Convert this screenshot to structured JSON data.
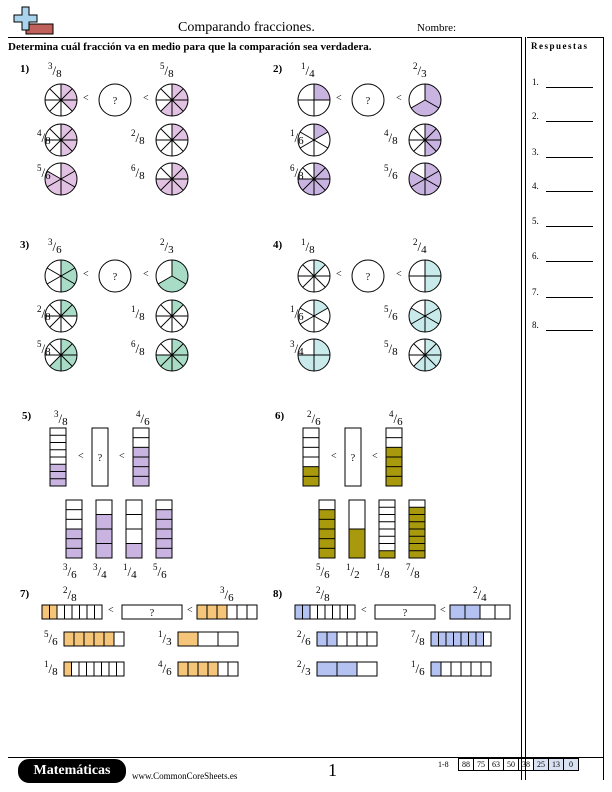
{
  "header": {
    "title": "Comparando fracciones.",
    "name_label": "Nombre:",
    "instructions": "Determina cuál fracción va en medio para que la comparación sea verdadera."
  },
  "answers": {
    "title": "Respuestas",
    "numbers": [
      "1.",
      "2.",
      "3.",
      "4.",
      "5.",
      "6.",
      "7.",
      "8."
    ]
  },
  "symbols": {
    "less_than": "<",
    "unknown": "?"
  },
  "colors": {
    "pink": "#e2c2e2",
    "lavender": "#c9b3e0",
    "green": "#a8dcc6",
    "cyan": "#c9eaea",
    "olive": "#a89a0c",
    "orange": "#f5c57a",
    "blue": "#b4c2f2",
    "logo_blue": "#a9d4ec",
    "logo_red": "#c0605a"
  },
  "problems": [
    {
      "num": "1)",
      "type": "circle",
      "color": "pink",
      "left": {
        "n": 3,
        "d": 8
      },
      "right": {
        "n": 5,
        "d": 8
      },
      "options": [
        {
          "n": 4,
          "d": 8
        },
        {
          "n": 2,
          "d": 8
        },
        {
          "n": 5,
          "d": 6
        },
        {
          "n": 6,
          "d": 8
        }
      ]
    },
    {
      "num": "2)",
      "type": "circle",
      "color": "lavender",
      "left": {
        "n": 1,
        "d": 4
      },
      "right": {
        "n": 2,
        "d": 3
      },
      "options": [
        {
          "n": 1,
          "d": 6
        },
        {
          "n": 4,
          "d": 8
        },
        {
          "n": 6,
          "d": 8
        },
        {
          "n": 5,
          "d": 6
        }
      ]
    },
    {
      "num": "3)",
      "type": "circle",
      "color": "green",
      "left": {
        "n": 3,
        "d": 6
      },
      "right": {
        "n": 2,
        "d": 3
      },
      "options": [
        {
          "n": 2,
          "d": 8
        },
        {
          "n": 1,
          "d": 8
        },
        {
          "n": 5,
          "d": 8
        },
        {
          "n": 6,
          "d": 8
        }
      ]
    },
    {
      "num": "4)",
      "type": "circle",
      "color": "cyan",
      "left": {
        "n": 1,
        "d": 8
      },
      "right": {
        "n": 2,
        "d": 4
      },
      "options": [
        {
          "n": 1,
          "d": 6
        },
        {
          "n": 5,
          "d": 6
        },
        {
          "n": 3,
          "d": 4
        },
        {
          "n": 5,
          "d": 8
        }
      ]
    },
    {
      "num": "5)",
      "type": "vbar",
      "color": "lavender",
      "left": {
        "n": 3,
        "d": 8
      },
      "right": {
        "n": 4,
        "d": 6
      },
      "options": [
        {
          "n": 3,
          "d": 6
        },
        {
          "n": 3,
          "d": 4
        },
        {
          "n": 1,
          "d": 4
        },
        {
          "n": 5,
          "d": 6
        }
      ]
    },
    {
      "num": "6)",
      "type": "vbar",
      "color": "olive",
      "left": {
        "n": 2,
        "d": 6
      },
      "right": {
        "n": 4,
        "d": 6
      },
      "options": [
        {
          "n": 5,
          "d": 6
        },
        {
          "n": 1,
          "d": 2
        },
        {
          "n": 1,
          "d": 8
        },
        {
          "n": 7,
          "d": 8
        }
      ]
    },
    {
      "num": "7)",
      "type": "hbar",
      "color": "orange",
      "left": {
        "n": 2,
        "d": 8
      },
      "right": {
        "n": 3,
        "d": 6
      },
      "options": [
        {
          "n": 5,
          "d": 6
        },
        {
          "n": 1,
          "d": 3
        },
        {
          "n": 1,
          "d": 8
        },
        {
          "n": 4,
          "d": 6
        }
      ]
    },
    {
      "num": "8)",
      "type": "hbar",
      "color": "blue",
      "left": {
        "n": 2,
        "d": 8
      },
      "right": {
        "n": 2,
        "d": 4
      },
      "options": [
        {
          "n": 2,
          "d": 6
        },
        {
          "n": 7,
          "d": 8
        },
        {
          "n": 2,
          "d": 3
        },
        {
          "n": 1,
          "d": 6
        }
      ]
    }
  ],
  "footer": {
    "brand": "Matemáticas",
    "site": "www.CommonCoreSheets.es",
    "page": "1",
    "range": "1-8",
    "scores": [
      "88",
      "75",
      "63",
      "50",
      "38",
      "25",
      "13",
      "0"
    ],
    "highlight_from": 5
  }
}
